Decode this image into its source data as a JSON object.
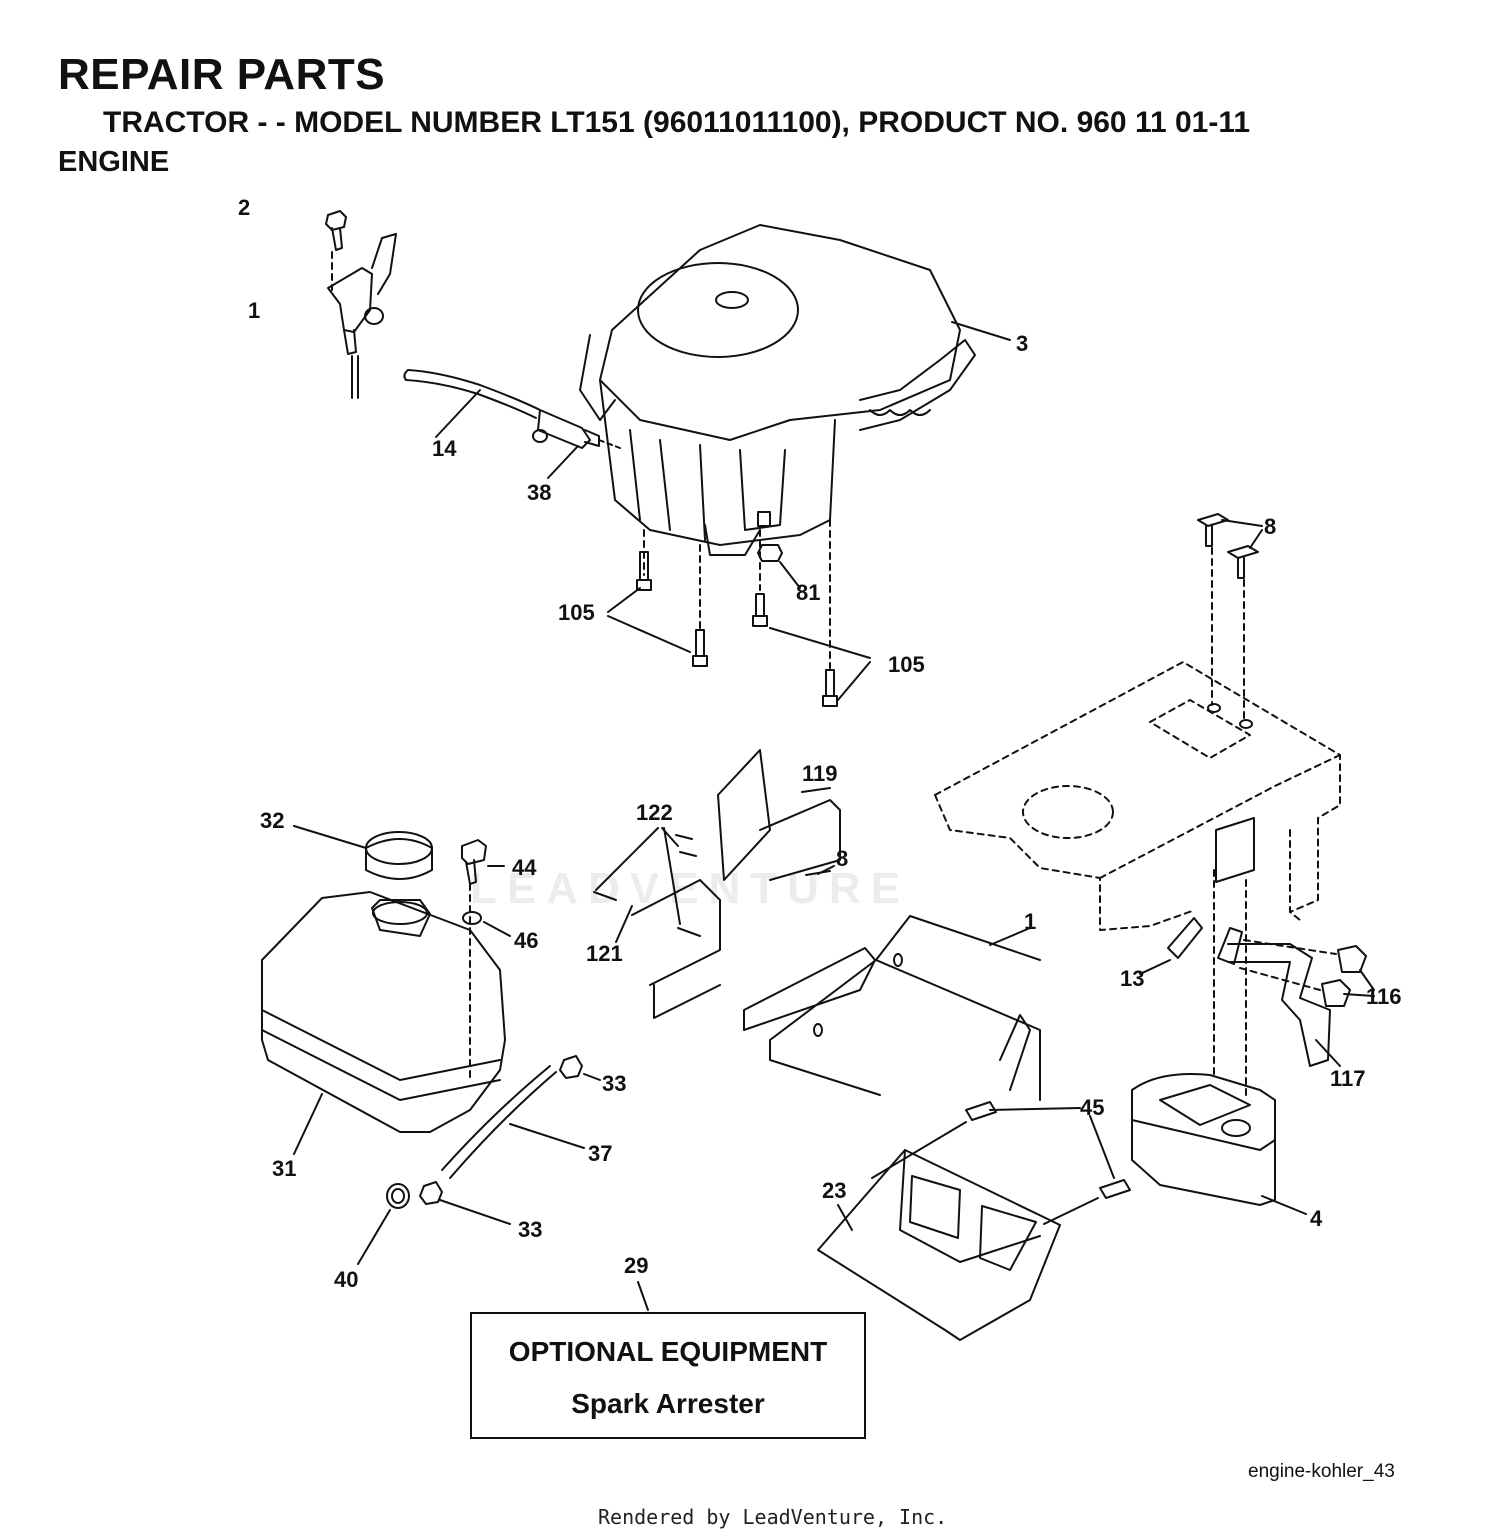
{
  "header": {
    "title": "REPAIR PARTS",
    "model_line": "TRACTOR - - MODEL NUMBER  LT151 (96011011100), PRODUCT NO. 960 11 01-11",
    "section": "ENGINE"
  },
  "callouts": [
    "2",
    "1",
    "3",
    "14",
    "38",
    "105",
    "81",
    "105",
    "8",
    "119",
    "122",
    "32",
    "44",
    "8",
    "46",
    "121",
    "1",
    "13",
    "116",
    "117",
    "45",
    "33",
    "31",
    "37",
    "23",
    "4",
    "33",
    "40",
    "29"
  ],
  "optional_box": {
    "heading": "OPTIONAL EQUIPMENT",
    "item": "Spark Arrester"
  },
  "diagram_ref": "engine-kohler_43",
  "credit": "Rendered by LeadVenture, Inc.",
  "watermark": "LEADVENTURE"
}
